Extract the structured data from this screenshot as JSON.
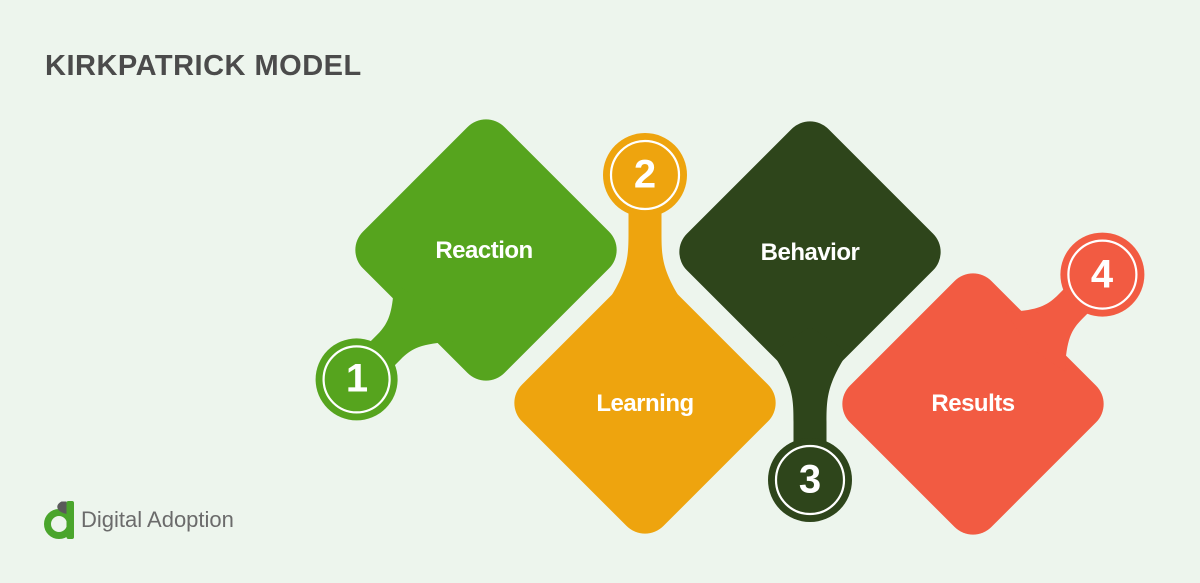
{
  "title": "KIRKPATRICK MODEL",
  "diagram": {
    "name": "Kirkpatrick Model",
    "steps": [
      {
        "number": "1",
        "label": "Reaction",
        "color": "#56a41e"
      },
      {
        "number": "2",
        "label": "Learning",
        "color": "#eea40e"
      },
      {
        "number": "3",
        "label": "Behavior",
        "color": "#2e451b"
      },
      {
        "number": "4",
        "label": "Results",
        "color": "#f25b42"
      }
    ]
  },
  "brand": {
    "name": "Digital Adoption",
    "logo_icon": "digital-adoption-a-logo",
    "logo_green": "#4aa52c",
    "logo_leaf_gray": "#5a5a5a",
    "text_color": "#6b6b6b"
  },
  "colors": {
    "background": "#edf5ed",
    "title_text": "#4b4b4b",
    "step_text": "#ffffff"
  }
}
